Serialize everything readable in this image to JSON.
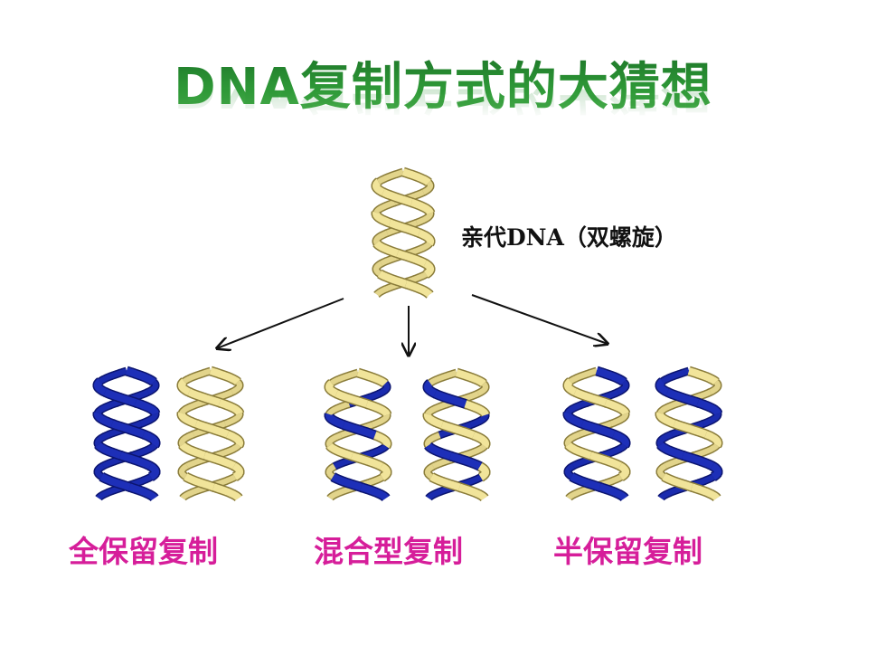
{
  "slide": {
    "title": "DNA复制方式的大猜想",
    "parent_label": "亲代DNA（双螺旋）",
    "models": [
      {
        "label": "全保留复制"
      },
      {
        "label": "混合型复制"
      },
      {
        "label": "半保留复制"
      }
    ]
  },
  "colors": {
    "title_green": "#2f9a38",
    "caption_magenta": "#d61e9a",
    "new_strand_blue": "#1d2fb8",
    "old_strand_yellow": "#f1e49a",
    "arrow": "#111111"
  }
}
